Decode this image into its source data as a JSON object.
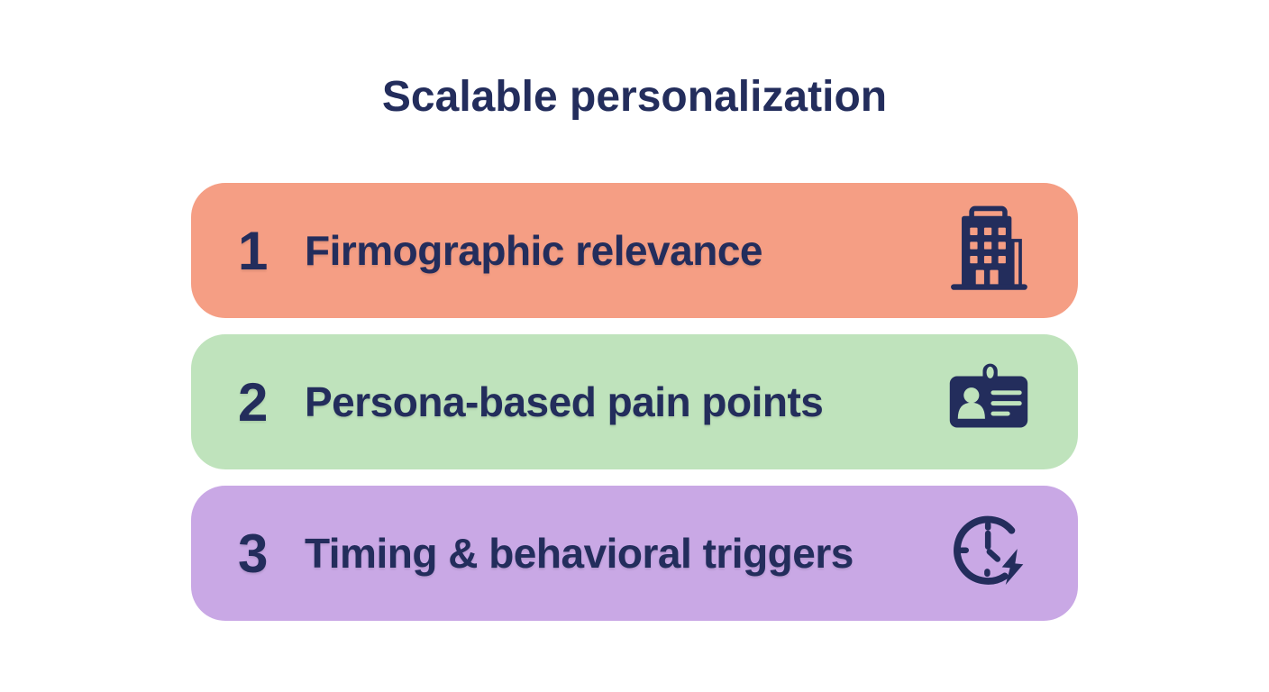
{
  "title": "Scalable personalization",
  "colors": {
    "ink": "#232D5C",
    "background": "#FFFFFF",
    "row_salmon": "#F59E84",
    "row_green": "#BFE3BC",
    "row_purple": "#C9A8E5"
  },
  "rows": [
    {
      "number": "1",
      "label": "Firmographic relevance",
      "icon": "building-icon",
      "bg": "#F59E84"
    },
    {
      "number": "2",
      "label": "Persona-based pain points",
      "icon": "id-card-icon",
      "bg": "#BFE3BC"
    },
    {
      "number": "3",
      "label": "Timing & behavioral triggers",
      "icon": "clock-bolt-icon",
      "bg": "#C9A8E5"
    }
  ]
}
